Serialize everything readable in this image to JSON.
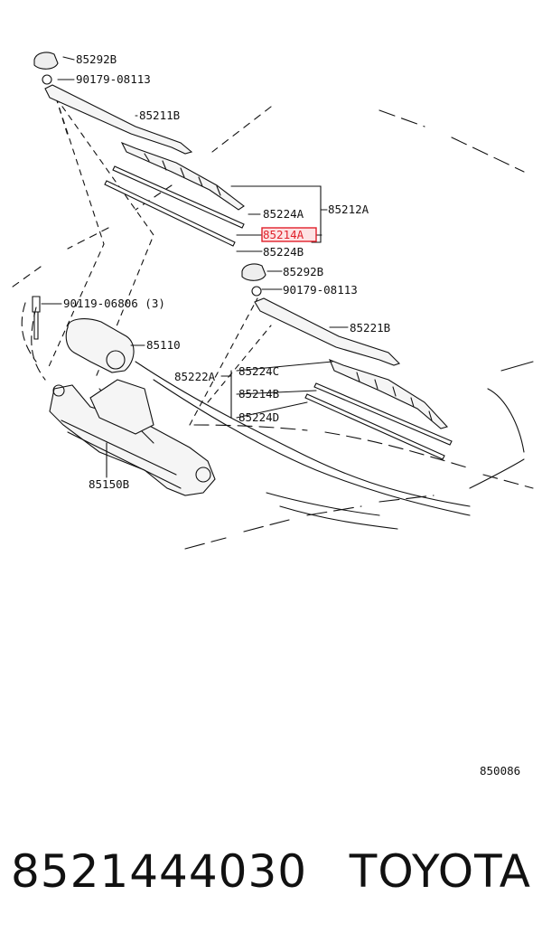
{
  "labels": {
    "p85292B_1": "85292B",
    "p90179_1": "90179-08113",
    "p85211B": "85211B",
    "p85212A": "85212A",
    "p85224A": "85224A",
    "p85214A": "85214A",
    "p85224B": "85224B",
    "p85292B_2": "85292B",
    "p90179_2": "90179-08113",
    "p90119": "90119-06806 (3)",
    "p85110": "85110",
    "p85221B": "85221B",
    "p85222A": "85222A",
    "p85224C": "85224C",
    "p85214B": "85214B",
    "p85224D": "85224D",
    "p85150B": "85150B",
    "diagram_code": "850086"
  },
  "highlight": {
    "part": "85214A",
    "color": "#e0202a"
  },
  "caption": {
    "part_number": "8521444030",
    "brand": "TOYOTA"
  }
}
